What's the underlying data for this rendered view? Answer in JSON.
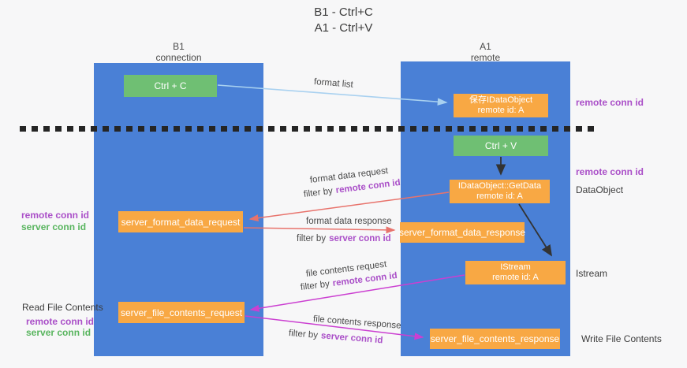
{
  "title": {
    "line1": "B1 - Ctrl+C",
    "line2": "A1 - Ctrl+V"
  },
  "columns": {
    "left": {
      "name": "B1",
      "role": "connection"
    },
    "right": {
      "name": "A1",
      "role": "remote"
    }
  },
  "nodes": {
    "ctrl_c": {
      "label": "Ctrl + C"
    },
    "save_idataobject": {
      "line1": "保存IDataObject",
      "line2": "remote id: A"
    },
    "ctrl_v": {
      "label": "Ctrl + V"
    },
    "getdata": {
      "line1": "IDataObject::GetData",
      "line2": "remote id: A"
    },
    "server_format_data_request": {
      "label": "server_format_data_request"
    },
    "server_format_data_response": {
      "label": "server_format_data_response"
    },
    "istream": {
      "line1": "IStream",
      "line2": "remote id: A"
    },
    "server_file_contents_request": {
      "label": "server_file_contents_request"
    },
    "server_file_contents_response": {
      "label": "server_file_contents_response"
    }
  },
  "side_labels": {
    "remote_conn_id_top": "remote conn id",
    "remote_conn_id_mid": "remote conn id",
    "dataobject": "DataObject",
    "istream": "Istream",
    "write_file_contents": "Write File Contents",
    "read_file_contents": "Read File Contents",
    "left_format": {
      "remote": "remote conn id",
      "server": "server conn id"
    },
    "left_file": {
      "remote": "remote conn id",
      "server": "server conn id"
    }
  },
  "arrow_labels": {
    "format_list": "format list",
    "format_data_request": {
      "title": "format data request",
      "filter_prefix": "filter by",
      "filter_value": "remote conn id"
    },
    "format_data_response": {
      "title": "format data response",
      "filter_prefix": "filter by",
      "filter_value": "server conn id"
    },
    "file_contents_request": {
      "title": "file contents request",
      "filter_prefix": "filter by",
      "filter_value": "remote conn id"
    },
    "file_contents_response": {
      "title": "file contents response",
      "filter_prefix": "filter by",
      "filter_value": "server conn id"
    }
  },
  "colors": {
    "column_blue": "#4a80d6",
    "node_green": "#6fbf73",
    "node_orange": "#f8a844",
    "accent_purple": "#aa4fc8",
    "accent_green": "#59b55f",
    "arrow_salmon": "#e8736c",
    "arrow_magenta": "#cb3fd1",
    "arrow_lightblue": "#a9d1f0",
    "arrow_black": "#333333"
  }
}
